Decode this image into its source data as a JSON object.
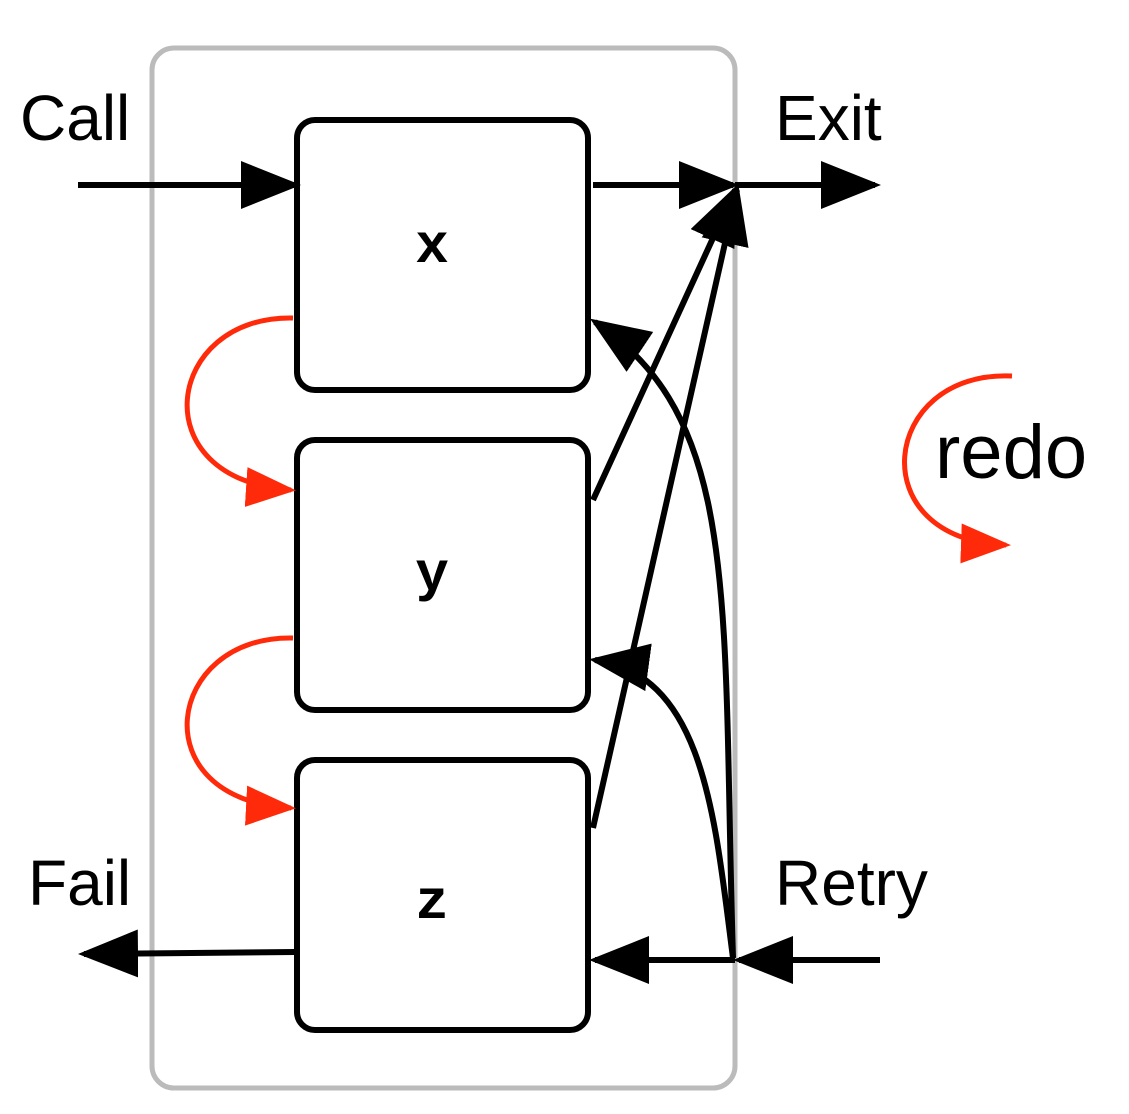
{
  "ports": {
    "call": "Call",
    "exit": "Exit",
    "fail": "Fail",
    "retry": "Retry"
  },
  "goals": [
    "x",
    "y",
    "z"
  ],
  "legend": {
    "redo": "redo"
  },
  "colors": {
    "redo_arrow": "#ff2a0a",
    "container": "#bbbbbb",
    "flow": "#000000"
  }
}
